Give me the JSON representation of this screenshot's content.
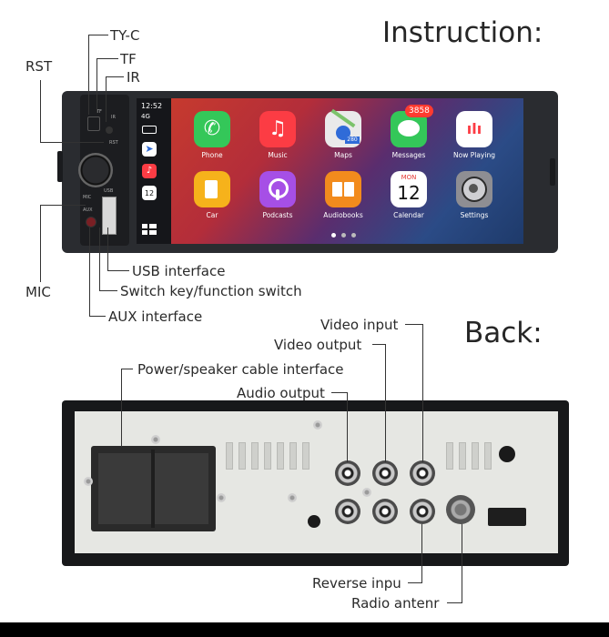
{
  "headings": {
    "instruction": "Instruction:",
    "back": "Back:"
  },
  "front_labels": {
    "ty_c": "TY-C",
    "tf": "TF",
    "ir": "IR",
    "rst": "RST",
    "mic": "MIC",
    "usb": "USB interface",
    "switch": "Switch key/function switch",
    "aux": "AUX interface"
  },
  "panel_marks": {
    "tf": "TF",
    "ir": "IR",
    "rst": "RST",
    "mic": "MIC",
    "aux": "AUX",
    "usb": "USB"
  },
  "screen": {
    "time": "12:52",
    "network": "4G",
    "apps_row1": [
      {
        "name": "Phone",
        "icon": "phone-icon",
        "color": "#34c759"
      },
      {
        "name": "Music",
        "icon": "music-icon",
        "color": "#fc3c44"
      },
      {
        "name": "Maps",
        "icon": "maps-icon",
        "color": "#eaeaea",
        "sign": "280"
      },
      {
        "name": "Messages",
        "icon": "messages-icon",
        "color": "#34c759",
        "badge": "3858"
      },
      {
        "name": "Now Playing",
        "icon": "now-playing-icon",
        "color": "#ffffff"
      }
    ],
    "apps_row2": [
      {
        "name": "Car",
        "icon": "car-icon",
        "color": "#f6b21b"
      },
      {
        "name": "Podcasts",
        "icon": "podcasts-icon",
        "color": "#a64fe6"
      },
      {
        "name": "Audiobooks",
        "icon": "audiobooks-icon",
        "color": "#f28b1d"
      },
      {
        "name": "Calendar",
        "icon": "calendar-icon",
        "color": "#ffffff",
        "month": "MON",
        "day": "12"
      },
      {
        "name": "Settings",
        "icon": "settings-icon",
        "color": "#8e8e93"
      }
    ],
    "side_day": "12"
  },
  "back_labels": {
    "video_input": "Video input",
    "video_output": "Video output",
    "power": "Power/speaker cable interface",
    "audio_output": "Audio output",
    "reverse": "Reverse inpu",
    "radio": "Radio antenr"
  }
}
